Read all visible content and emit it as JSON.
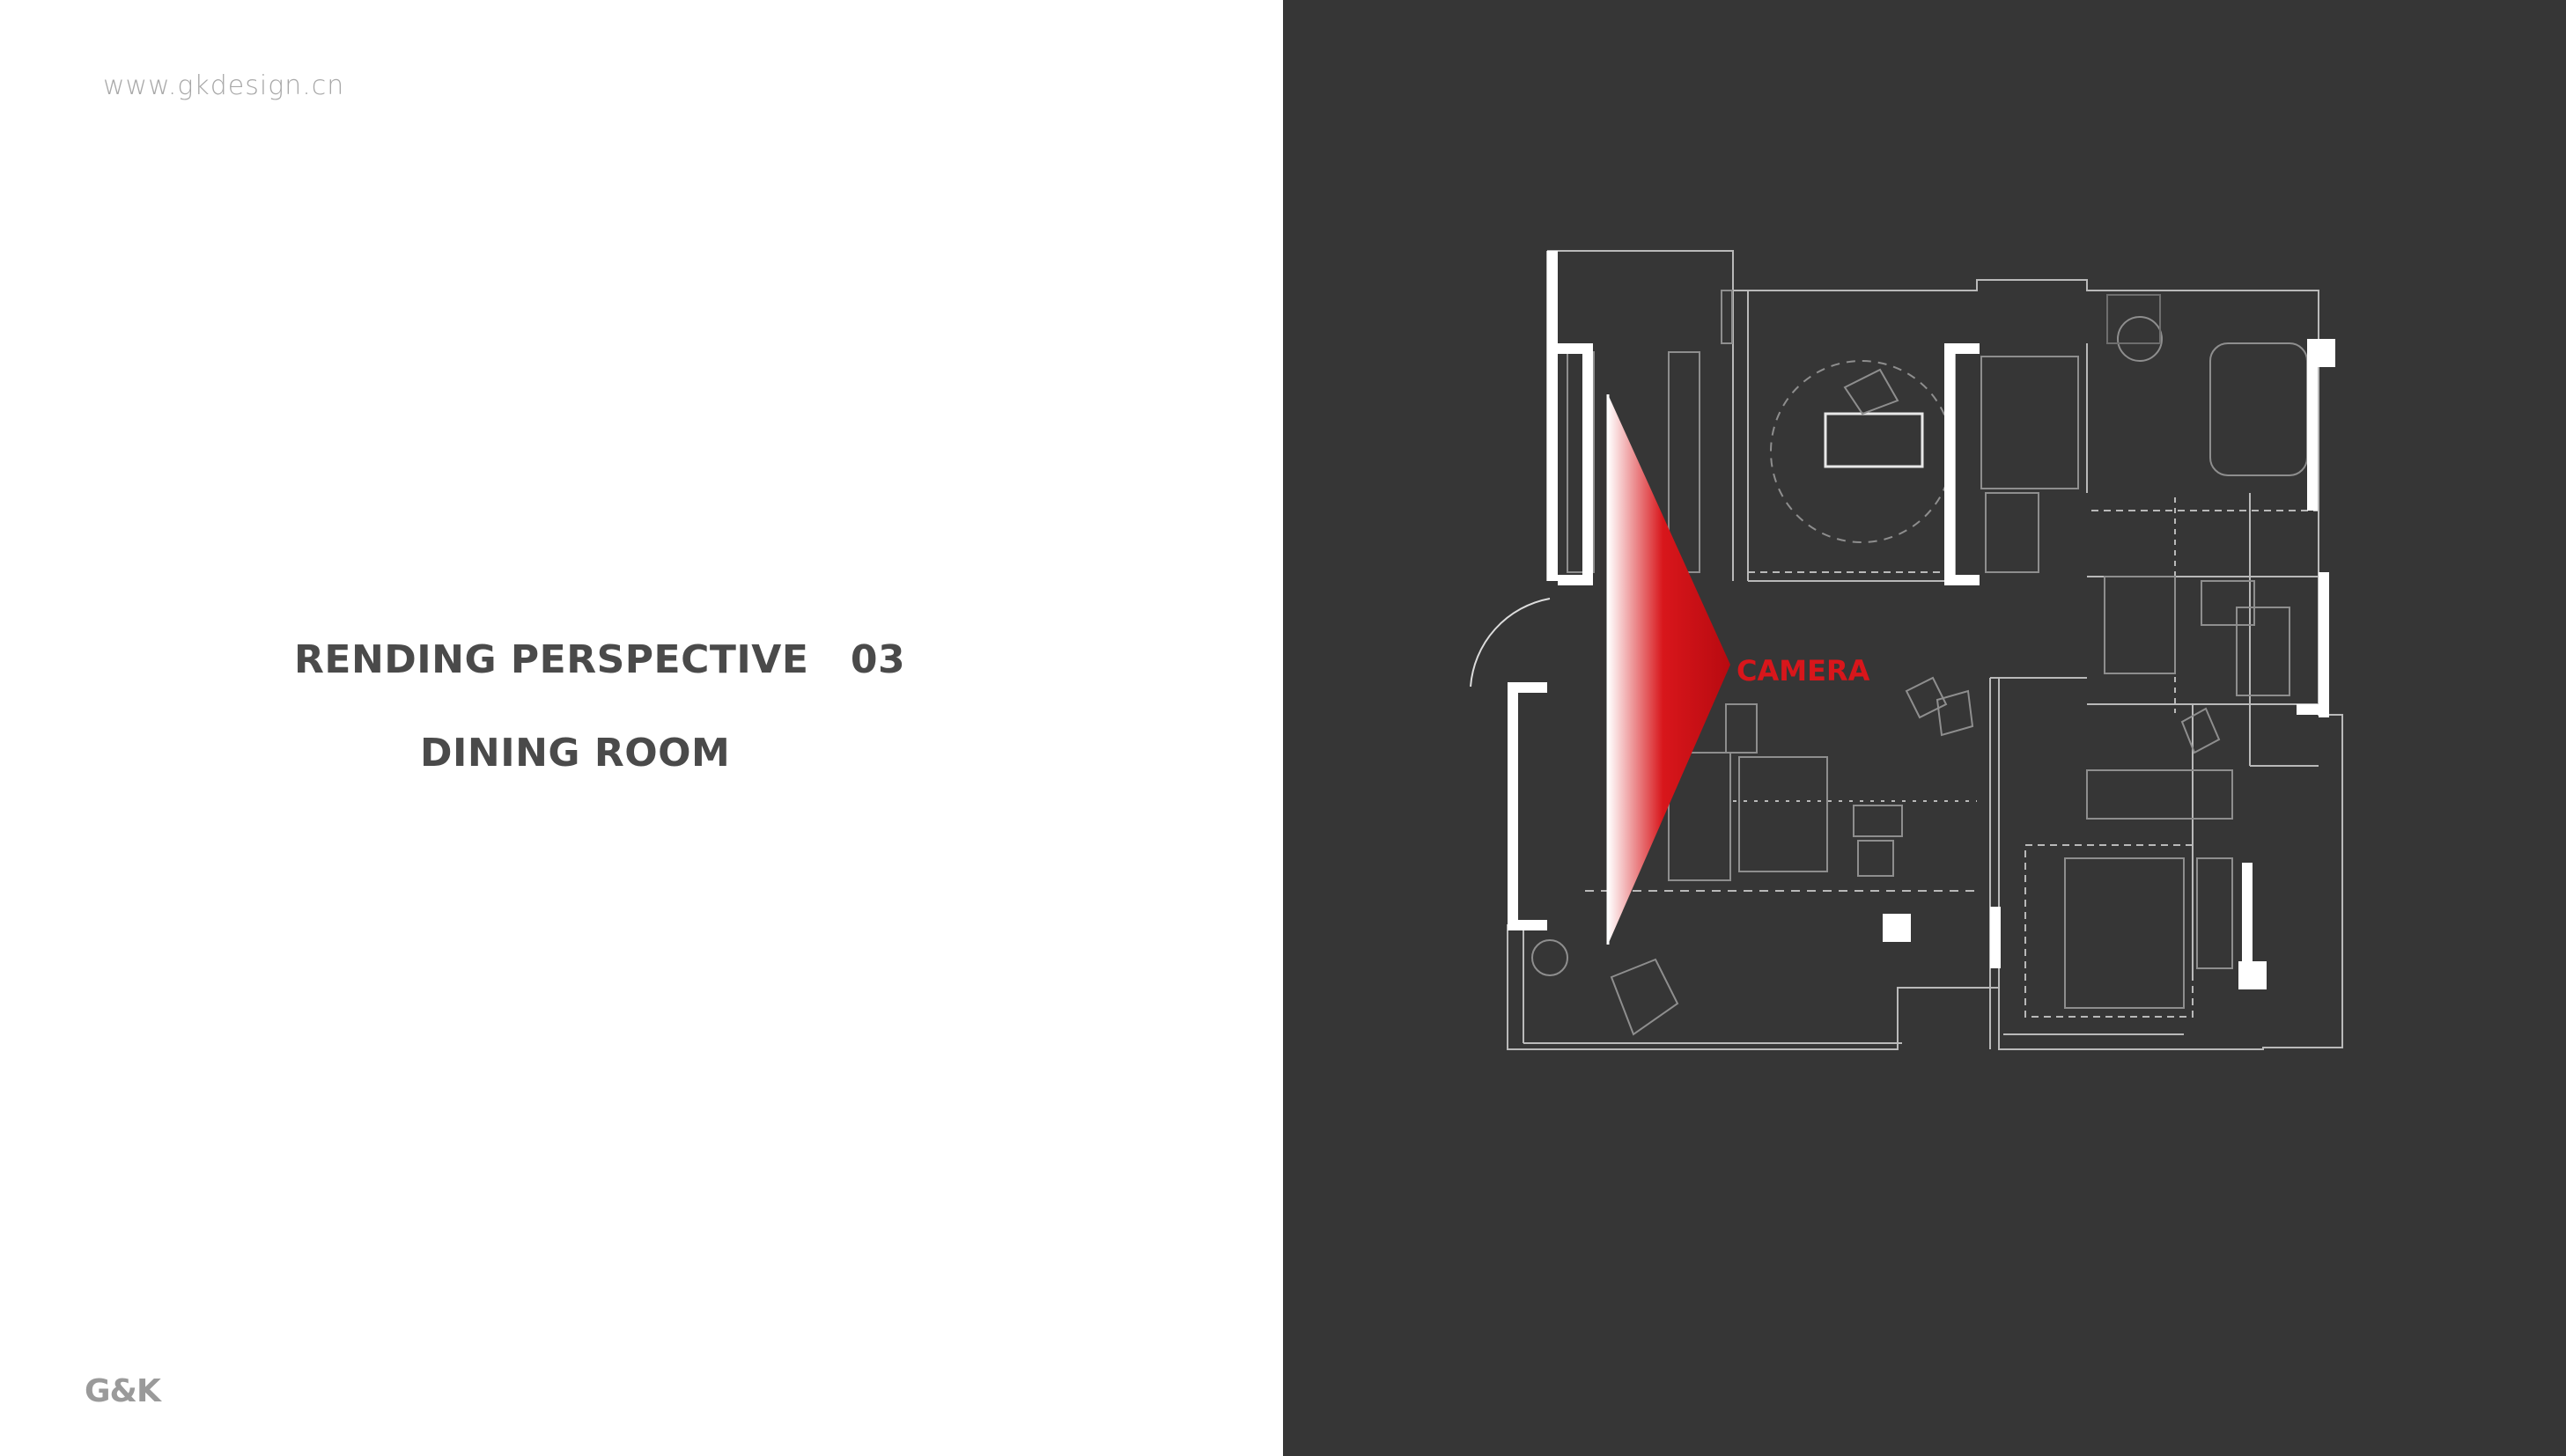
{
  "header": {
    "website": "www.gkdesign.cn"
  },
  "main": {
    "title": "RENDING PERSPECTIVE   03",
    "subtitle": "DINING ROOM"
  },
  "footer": {
    "logo": "G&K"
  },
  "floorplan": {
    "camera_label": "CAMERA"
  },
  "colors": {
    "left_background": "#ffffff",
    "right_background": "#363636",
    "title_text": "#4a4a4a",
    "camera_accent": "#d8161b",
    "plan_lines": "#cfcfcf",
    "walls": "#ffffff"
  }
}
